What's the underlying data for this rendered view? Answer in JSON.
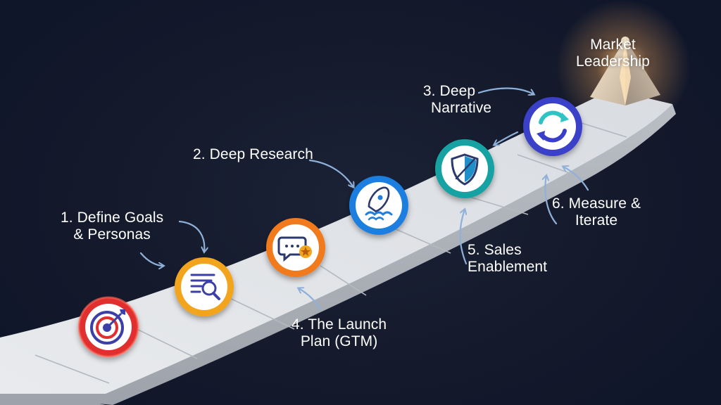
{
  "goal": {
    "line1": "Market",
    "line2": "Leadership"
  },
  "steps": [
    {
      "line1": "1. Define Goals",
      "line2": "& Personas",
      "icon": "target-icon",
      "color": "#e12e2f"
    },
    {
      "line1": "2. Deep Research",
      "line2": "",
      "icon": "document-search-icon",
      "color": "#f2a51e"
    },
    {
      "line1": "3. Deep",
      "line2": "Narrative",
      "icon": "chat-star-icon",
      "color": "#f07a1f"
    },
    {
      "line1": "4. The Launch",
      "line2": "Plan (GTM)",
      "icon": "rocket-icon",
      "color": "#1e7fe0"
    },
    {
      "line1": "5. Sales",
      "line2": "Enablement",
      "icon": "shield-icon",
      "color": "#17a2a2"
    },
    {
      "line1": "6. Measure &",
      "line2": "Iterate",
      "icon": "refresh-cycle-icon",
      "color": "#3a3fc9"
    }
  ],
  "colors": {
    "background": "#131a2c",
    "road": "#d6d9de",
    "arrow": "#8fb1d9",
    "text": "#ffffff"
  }
}
